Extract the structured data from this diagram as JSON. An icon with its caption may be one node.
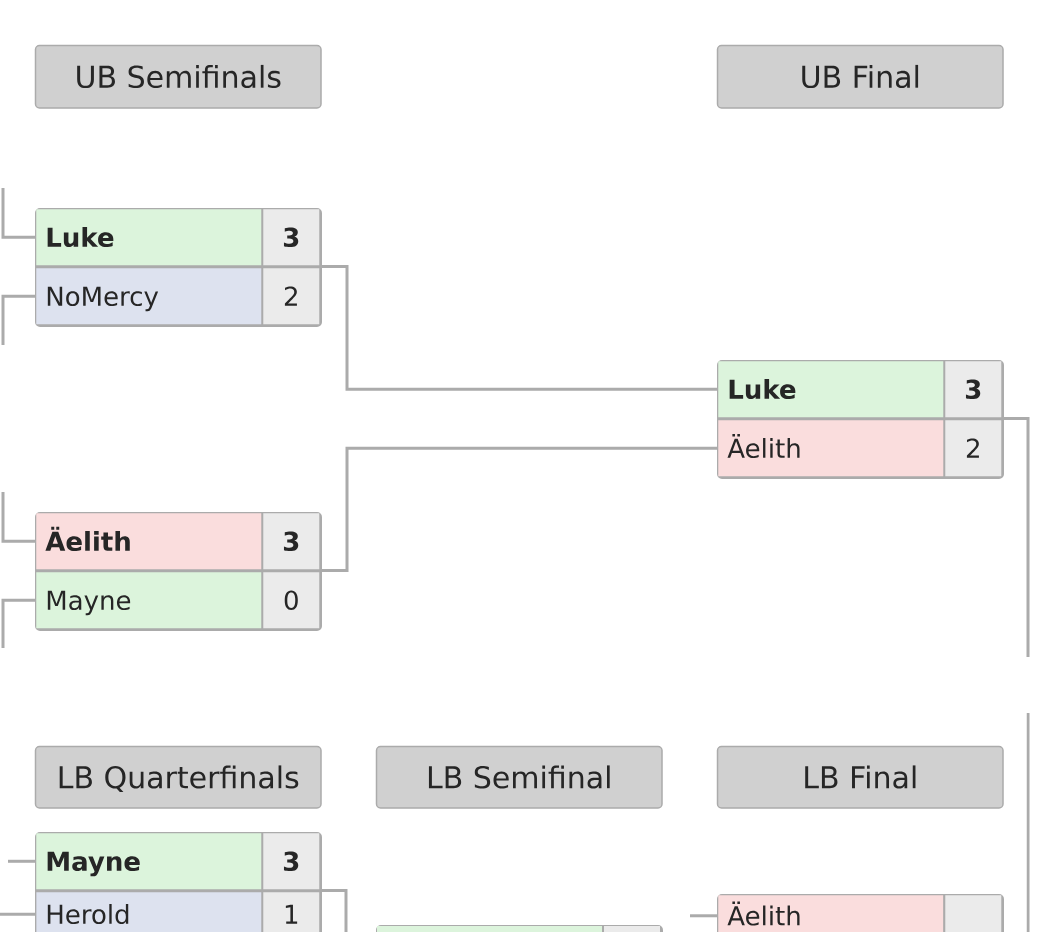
{
  "diagram": {
    "nodes": [
      {
        "text": [
          "UB Semifinals"
        ]
      },
      {
        "text": [
          "UB Final"
        ]
      },
      {
        "text": [],
        "shape": "box"
      },
      {
        "text": [
          "Luke",
          "3"
        ],
        "in": 2
      },
      {
        "text": [
          "NoMercy",
          "2"
        ],
        "in": 2
      },
      {
        "text": [],
        "shape": "box"
      },
      {
        "text": [
          "Äelith",
          "3"
        ],
        "in": 5
      },
      {
        "text": [
          "Mayne",
          "0"
        ],
        "in": 5
      },
      {
        "text": [],
        "shape": "box"
      },
      {
        "text": [
          "Luke",
          "3"
        ],
        "in": 8
      },
      {
        "text": [
          "Äelith",
          "2"
        ],
        "in": 8
      },
      {
        "text": [
          "LB Quarterfinals"
        ]
      },
      {
        "text": [
          "LB Semifinal"
        ]
      },
      {
        "text": [
          "LB Final"
        ]
      },
      {
        "text": [],
        "shape": "box"
      },
      {
        "text": [
          "Mayne",
          "3"
        ],
        "in": 14
      },
      {
        "text": [
          "Herold",
          "1"
        ],
        "in": 14
      },
      {
        "text": [],
        "shape": "box"
      },
      {
        "text": [],
        "shape": "box"
      },
      {
        "text": [
          "Äelith"
        ],
        "in": 18
      }
    ],
    "edges": [
      {
        "from": null,
        "to": 3,
        "arrow": "none"
      },
      {
        "from": null,
        "to": 4,
        "arrow": "none"
      },
      {
        "from": null,
        "to": 6,
        "arrow": "none"
      },
      {
        "from": null,
        "to": 7,
        "arrow": "none"
      },
      {
        "from": 2,
        "to": 9,
        "arrow": "none"
      },
      {
        "from": 5,
        "to": 10,
        "arrow": "none"
      },
      {
        "from": 8,
        "to": null,
        "arrow": "none"
      },
      {
        "from": null,
        "to": 15,
        "arrow": "none"
      },
      {
        "from": null,
        "to": 16,
        "arrow": "none"
      },
      {
        "from": 14,
        "to": null,
        "arrow": "none"
      },
      {
        "from": null,
        "to": 19,
        "arrow": "none"
      }
    ]
  }
}
